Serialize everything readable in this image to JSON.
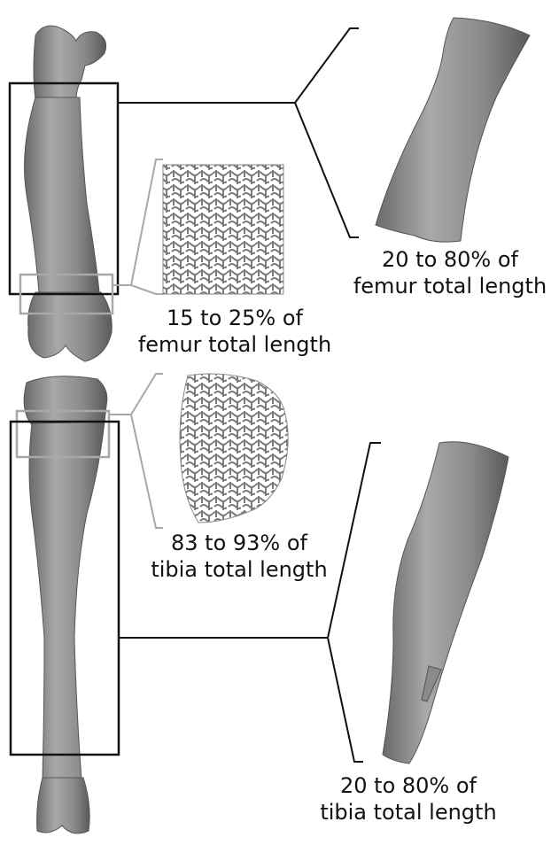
{
  "colors": {
    "bone": "#8c8c8c",
    "bone_dark": "#5f5f5f",
    "bone_light": "#b5b5b5",
    "frame_black": "#111111",
    "frame_gray": "#a8a8a8",
    "text": "#111111"
  },
  "labels": {
    "femur_cortical": {
      "line1": "20 to 80% of",
      "line2": "femur total length"
    },
    "femur_trabecular": {
      "line1": "15 to 25% of",
      "line2": "femur total length"
    },
    "tibia_trabecular": {
      "line1": "83 to 93% of",
      "line2": "tibia total length"
    },
    "tibia_cortical": {
      "line1": "20 to 80% of",
      "line2": "tibia total length"
    }
  }
}
